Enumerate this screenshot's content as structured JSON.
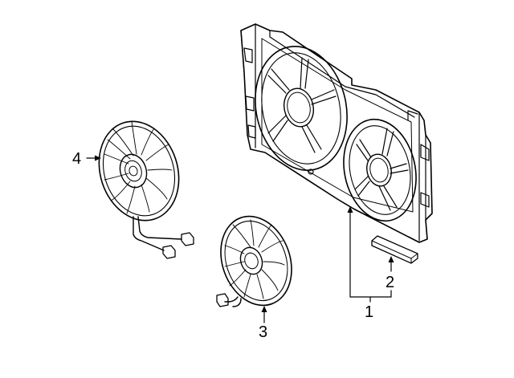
{
  "callouts": {
    "c1": "1",
    "c2": "2",
    "c3": "3",
    "c4": "4"
  },
  "parts": [
    {
      "callout": "1",
      "part": "shroud-icon"
    },
    {
      "callout": "2",
      "part": "seal-strip-icon"
    },
    {
      "callout": "3",
      "part": "small-fan-icon"
    },
    {
      "callout": "4",
      "part": "large-fan-icon"
    }
  ],
  "colors": {
    "line": "#000000",
    "background": "#ffffff"
  }
}
